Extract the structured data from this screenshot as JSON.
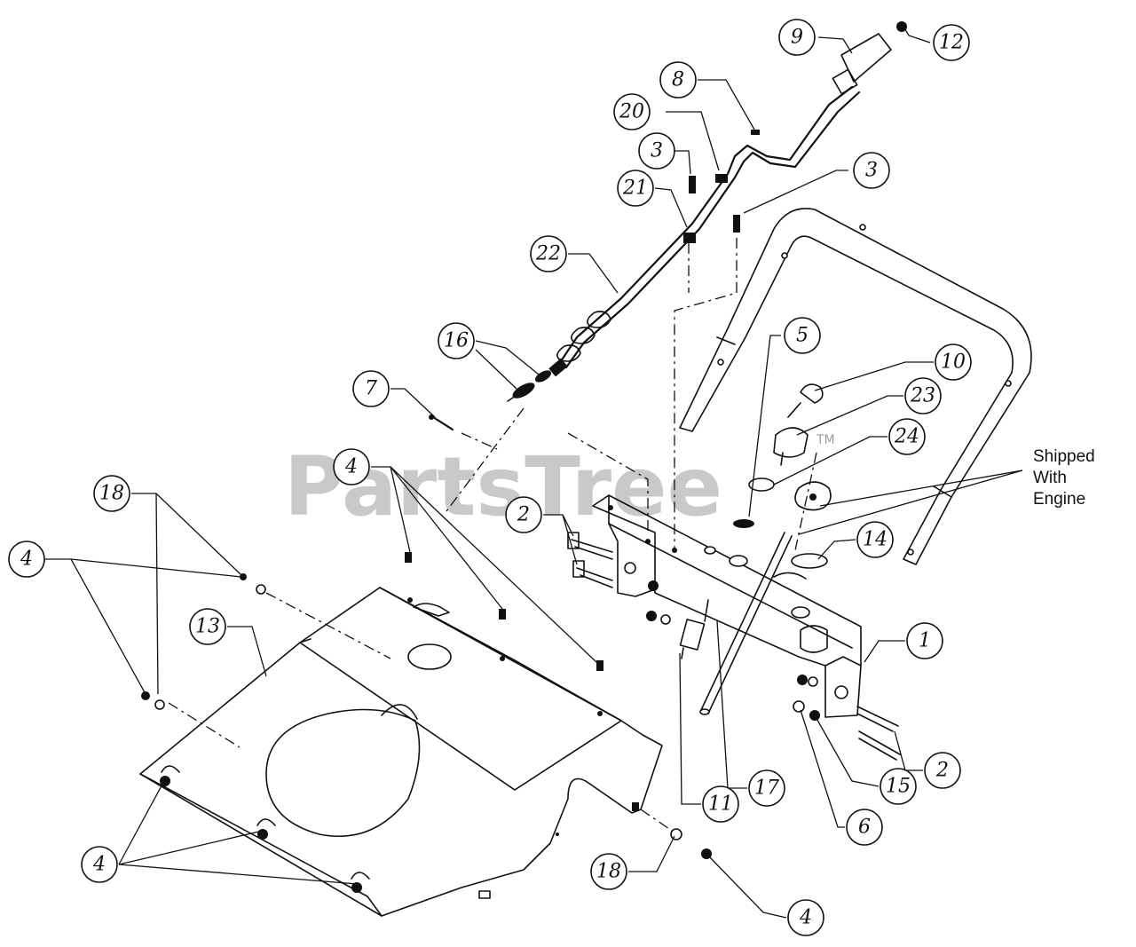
{
  "watermark": {
    "text": "PartsTree",
    "trademark": "TM"
  },
  "note": {
    "line1": "Shipped",
    "line2": "With",
    "line3": "Engine"
  },
  "callouts": [
    {
      "id": "c9",
      "label": "9"
    },
    {
      "id": "c12",
      "label": "12"
    },
    {
      "id": "c8",
      "label": "8"
    },
    {
      "id": "c20",
      "label": "20"
    },
    {
      "id": "c3a",
      "label": "3"
    },
    {
      "id": "c3b",
      "label": "3"
    },
    {
      "id": "c21",
      "label": "21"
    },
    {
      "id": "c22",
      "label": "22"
    },
    {
      "id": "c16",
      "label": "16"
    },
    {
      "id": "c5",
      "label": "5"
    },
    {
      "id": "c10",
      "label": "10"
    },
    {
      "id": "c23",
      "label": "23"
    },
    {
      "id": "c7",
      "label": "7"
    },
    {
      "id": "c24",
      "label": "24"
    },
    {
      "id": "c4a",
      "label": "4"
    },
    {
      "id": "c18a",
      "label": "18"
    },
    {
      "id": "c2a",
      "label": "2"
    },
    {
      "id": "c14",
      "label": "14"
    },
    {
      "id": "c4b",
      "label": "4"
    },
    {
      "id": "c13",
      "label": "13"
    },
    {
      "id": "c1",
      "label": "1"
    },
    {
      "id": "c2b",
      "label": "2"
    },
    {
      "id": "c15",
      "label": "15"
    },
    {
      "id": "c17",
      "label": "17"
    },
    {
      "id": "c11",
      "label": "11"
    },
    {
      "id": "c6",
      "label": "6"
    },
    {
      "id": "c4c",
      "label": "4"
    },
    {
      "id": "c18b",
      "label": "18"
    },
    {
      "id": "c4d",
      "label": "4"
    }
  ]
}
